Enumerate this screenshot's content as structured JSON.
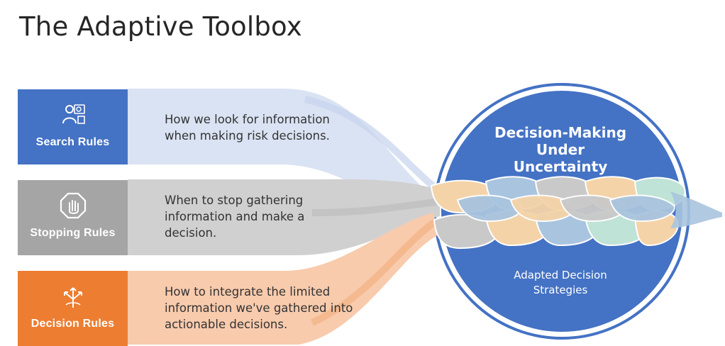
{
  "title": "The Adaptive Toolbox",
  "rules": [
    {
      "label": "Search Rules",
      "description": "How we look for information when making risk decisions.",
      "icon": "person-search-icon",
      "color": "#4472C4",
      "band_color": "#DAE3F3"
    },
    {
      "label": "Stopping Rules",
      "description": "When to stop gathering information and make a decision.",
      "icon": "stop-hand-icon",
      "color": "#A5A5A5",
      "band_color": "#D0D0D0"
    },
    {
      "label": "Decision Rules",
      "description": "How to integrate the limited information we've gathered into actionable decisions.",
      "icon": "decision-arrows-icon",
      "color": "#ED7D31",
      "band_color": "#F8CBAD"
    }
  ],
  "circle": {
    "title": "Decision-Making Under Uncertainty",
    "subtitle": "Adapted Decision Strategies",
    "color": "#4472C4"
  }
}
